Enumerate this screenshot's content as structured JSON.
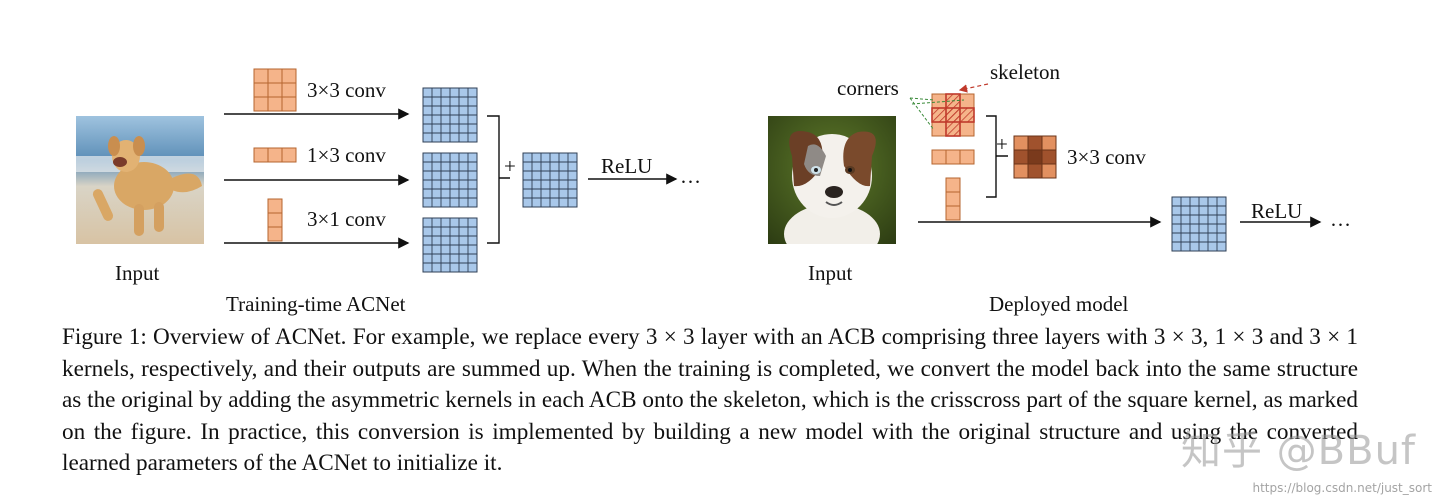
{
  "training": {
    "label_3x3": "3×3 conv",
    "label_1x3": "1×3 conv",
    "label_3x1": "3×1 conv",
    "plus": "+",
    "relu": "ReLU",
    "ellipsis": "…",
    "input_label": "Input",
    "subtitle": "Training-time ACNet"
  },
  "deployed": {
    "corners": "corners",
    "skeleton": "skeleton",
    "plus": "+",
    "label_3x3": "3×3 conv",
    "relu": "ReLU",
    "ellipsis": "…",
    "input_label": "Input",
    "subtitle": "Deployed model"
  },
  "caption": {
    "text": "Figure 1: Overview of ACNet. For example, we replace every 3 × 3 layer with an ACB comprising three layers with 3 × 3, 1 × 3 and 3 × 1 kernels, respectively, and their outputs are summed up. When the training is completed, we convert the model back into the same structure as the original by adding the asymmetric kernels in each ACB onto the skeleton, which is the crisscross part of the square kernel, as marked on the figure. In practice, this conversion is implemented by building a new model with the original structure and using the converted learned parameters of the ACNet to initialize it."
  },
  "watermark": {
    "text": "知乎 @BBuf",
    "url": "https://blog.csdn.net/just_sort"
  },
  "colors": {
    "kernel_orange": "#f5b48a",
    "kernel_dark": "#a0522d",
    "feature_blue": "#a9c8ea",
    "skeleton_red": "#c0392b"
  }
}
